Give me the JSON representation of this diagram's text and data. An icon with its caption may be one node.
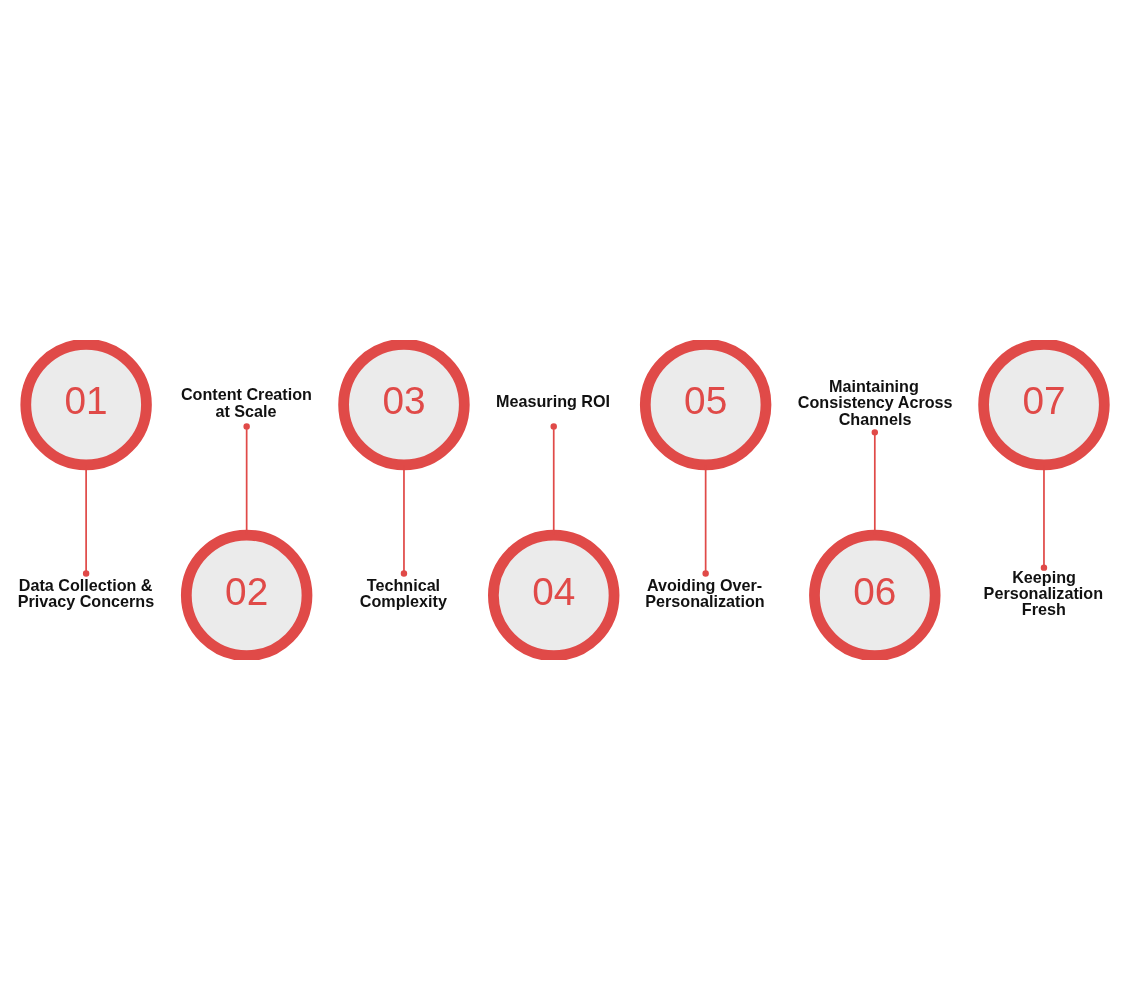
{
  "diagram": {
    "nodes": [
      {
        "text": [
          "01"
        ]
      },
      {
        "text": [
          "Data Collection & Privacy Concerns"
        ]
      },
      {
        "text": [
          "02"
        ]
      },
      {
        "text": [
          "Content Creation at Scale"
        ]
      },
      {
        "text": [
          "03"
        ]
      },
      {
        "text": [
          "Technical Complexity"
        ]
      },
      {
        "text": [
          "04"
        ]
      },
      {
        "text": [
          "Measuring ROI"
        ]
      },
      {
        "text": [
          "05"
        ]
      },
      {
        "text": [
          "Avoiding Over-Personalization"
        ]
      },
      {
        "text": [
          "06"
        ]
      },
      {
        "text": [
          "Maintaining Consistency Across Channels"
        ]
      },
      {
        "text": [
          "07"
        ]
      },
      {
        "text": [
          "Keeping Personalization Fresh"
        ]
      }
    ],
    "edges": [
      {
        "from": 0,
        "to": 1,
        "arrow": "other"
      },
      {
        "from": 3,
        "to": 2,
        "arrow": "other"
      },
      {
        "from": 4,
        "to": 5,
        "arrow": "other"
      },
      {
        "from": 7,
        "to": 6,
        "arrow": "other"
      },
      {
        "from": 8,
        "to": 9,
        "arrow": "other"
      },
      {
        "from": 11,
        "to": 10,
        "arrow": "other"
      },
      {
        "from": 12,
        "to": 13,
        "arrow": "other"
      }
    ]
  }
}
